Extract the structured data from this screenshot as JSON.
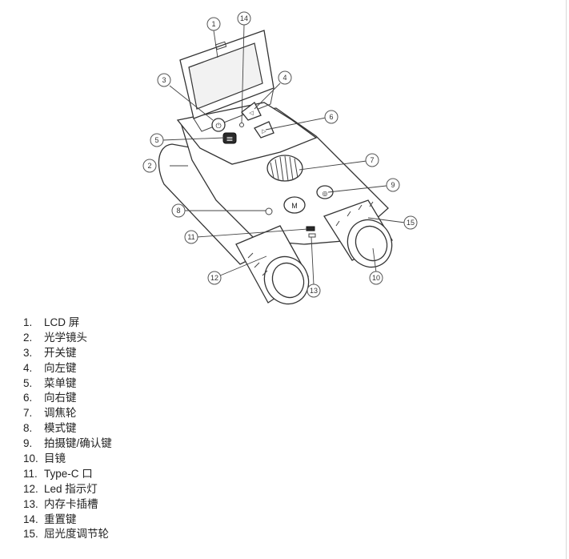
{
  "diagram": {
    "callouts": [
      "1",
      "2",
      "3",
      "4",
      "5",
      "6",
      "7",
      "8",
      "9",
      "10",
      "11",
      "12",
      "13",
      "14",
      "15"
    ],
    "button_glyphs": {
      "menu": "≡",
      "mode": "M",
      "shutter": "◎"
    }
  },
  "legend": [
    {
      "num": "1.",
      "label": "LCD 屏"
    },
    {
      "num": "2.",
      "label": "光学镜头"
    },
    {
      "num": "3.",
      "label": "开关键"
    },
    {
      "num": "4.",
      "label": "向左键"
    },
    {
      "num": "5.",
      "label": "菜单键"
    },
    {
      "num": "6.",
      "label": "向右键"
    },
    {
      "num": "7.",
      "label": "调焦轮"
    },
    {
      "num": "8.",
      "label": "模式键"
    },
    {
      "num": "9.",
      "label": "拍摄键/确认键"
    },
    {
      "num": "10.",
      "label": "目镜"
    },
    {
      "num": "11.",
      "label": "Type-C 口"
    },
    {
      "num": "12.",
      "label": "Led 指示灯"
    },
    {
      "num": "13.",
      "label": "内存卡插槽"
    },
    {
      "num": "14.",
      "label": "重置键"
    },
    {
      "num": "15.",
      "label": "屈光度调节轮"
    }
  ]
}
